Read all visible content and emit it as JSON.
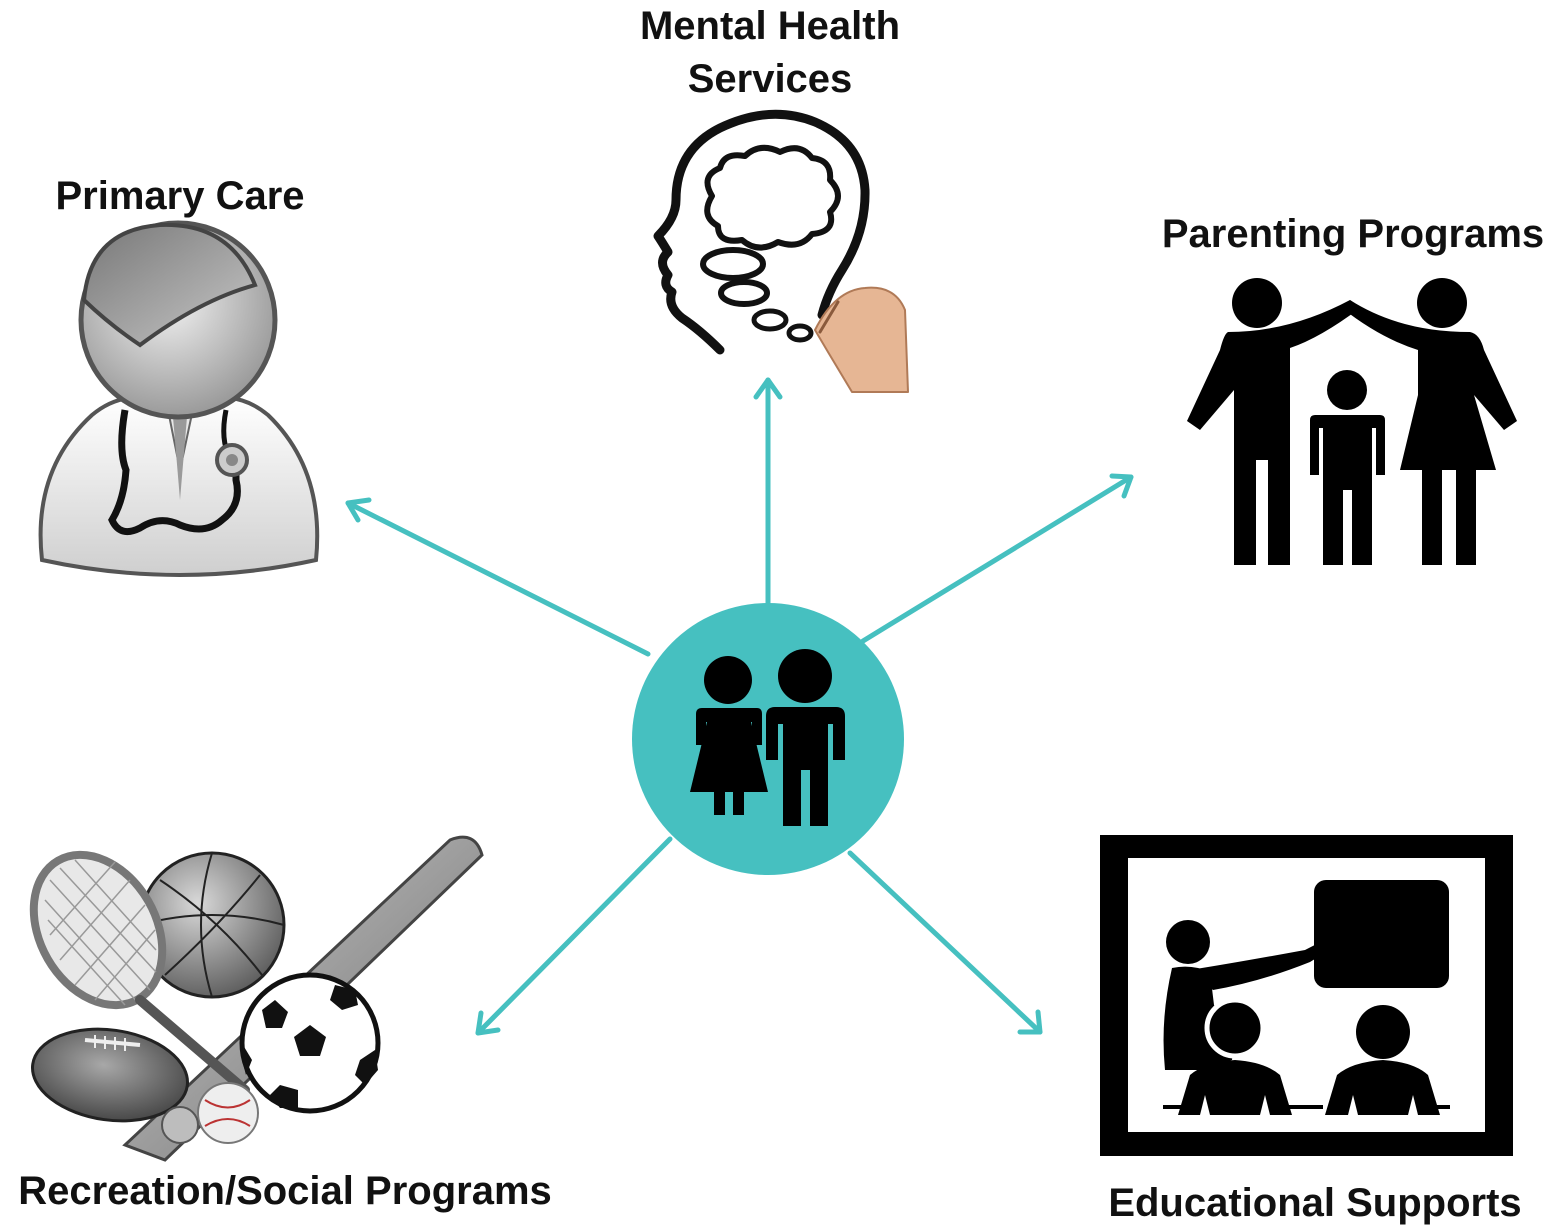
{
  "center": {
    "icon": "couple-figures-icon",
    "fill_color": "#46C0C0"
  },
  "arrow_color": "#46C0C0",
  "nodes": [
    {
      "id": "mental-health",
      "label": "Mental Health Services",
      "icon": "thought-head-icon"
    },
    {
      "id": "primary-care",
      "label": "Primary Care",
      "icon": "doctor-icon"
    },
    {
      "id": "parenting",
      "label": "Parenting Programs",
      "icon": "family-icon"
    },
    {
      "id": "recreation",
      "label": "Recreation/Social Programs",
      "icon": "sports-balls-icon"
    },
    {
      "id": "educational",
      "label": "Educational Supports",
      "icon": "classroom-icon"
    }
  ]
}
